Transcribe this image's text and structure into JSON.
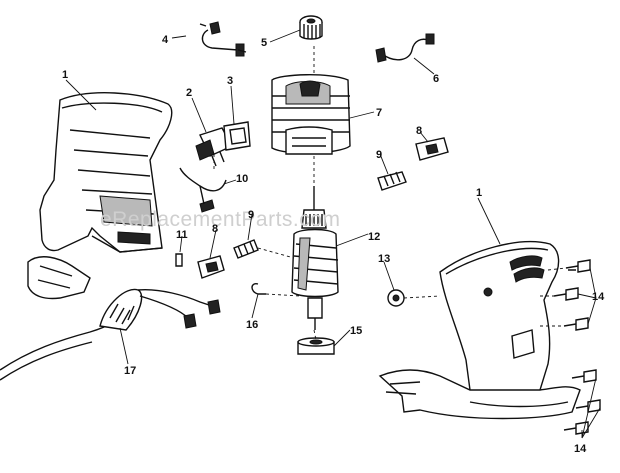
{
  "watermark": "eReplacementParts.com",
  "callouts": {
    "c1a": "1",
    "c1b": "1",
    "c2": "2",
    "c3": "3",
    "c4": "4",
    "c5": "5",
    "c6": "6",
    "c7": "7",
    "c8a": "8",
    "c8b": "8",
    "c9a": "9",
    "c9b": "9",
    "c10": "10",
    "c11": "11",
    "c12": "12",
    "c13": "13",
    "c14a": "14",
    "c14b": "14",
    "c15": "15",
    "c16": "16",
    "c17": "17"
  }
}
